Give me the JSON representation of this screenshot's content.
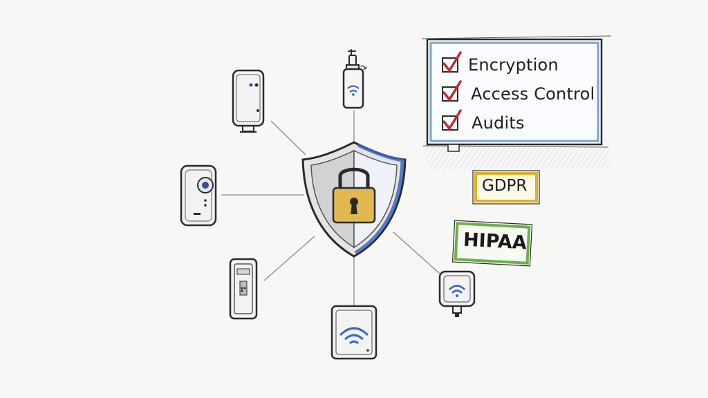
{
  "checklist": {
    "items": [
      {
        "label": "Encryption",
        "checked": true
      },
      {
        "label": "Access Control",
        "checked": true
      },
      {
        "label": "Audits",
        "checked": true
      }
    ],
    "check_color": "#c62828",
    "box_border_color": "#7ea0d2"
  },
  "compliance_tags": [
    {
      "label": "GDPR",
      "border_color": "#e0b226"
    },
    {
      "label": "HIPAA",
      "border_color": "#6bb04a"
    }
  ],
  "center": {
    "icon": "shield-lock-icon",
    "shield_accent": "#3b66c4",
    "lock_color": "#e1b94f"
  },
  "devices": [
    {
      "icon": "smart-speaker-icon"
    },
    {
      "icon": "spray-bottle-wifi-sensor-icon"
    },
    {
      "icon": "security-camera-icon"
    },
    {
      "icon": "smart-thermostat-icon"
    },
    {
      "icon": "wifi-router-icon"
    },
    {
      "icon": "wifi-plug-sensor-icon"
    }
  ]
}
